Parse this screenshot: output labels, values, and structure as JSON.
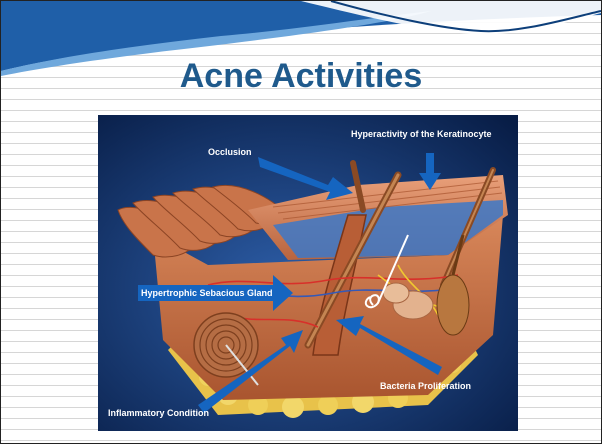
{
  "slide": {
    "title": "Acne Activities"
  },
  "figure": {
    "labels": {
      "occlusion": "Occlusion",
      "keratinocyte": "Hyperactivity of the Keratinocyte",
      "sebaceous": "Hypertrophic Sebacious Gland",
      "bacteria": "Bacteria Proliferation",
      "inflammatory": "Inflammatory Condition"
    }
  },
  "colors": {
    "title": "#1f5a8c",
    "arrow": "#1565c0",
    "background": "#0b2a5e",
    "skin": "#c77a4c",
    "fat": "#e8c24a"
  }
}
